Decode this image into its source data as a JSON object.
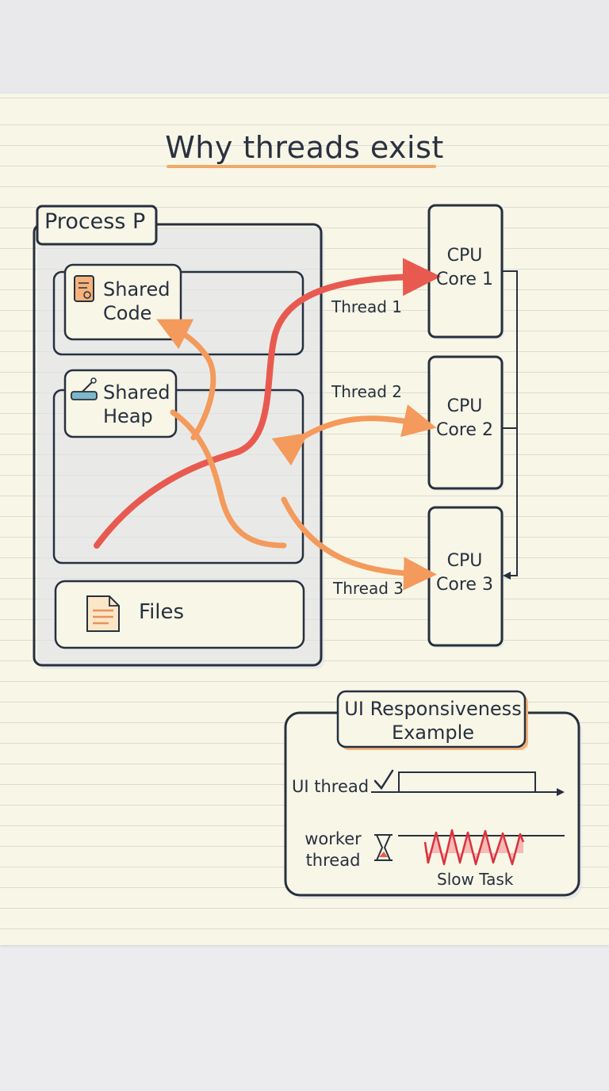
{
  "title": "Why threads exist",
  "process": {
    "title": "Process P",
    "shared_code": "Shared\nCode",
    "shared_heap": "Shared\nHeap",
    "files": "Files"
  },
  "cpus": [
    "CPU\nCore 1",
    "CPU\nCore 2",
    "CPU\nCore 3"
  ],
  "threads": [
    "Thread 1",
    "Thread 2",
    "Thread 3"
  ],
  "ui_example": {
    "title": "UI Responsiveness\nExample",
    "ui_thread": "UI thread",
    "worker_thread": "worker\nthread",
    "slow_task": "Slow Task"
  },
  "icons": [
    "code-file-icon",
    "heap-icon",
    "file-icon",
    "checkmark-icon",
    "hourglass-icon"
  ],
  "colors": {
    "ink": "#27303f",
    "thread_red": "#e85a50",
    "thread_orange": "#f39a5c",
    "highlight": "#f0a96a",
    "paper": "#f8f6e6"
  }
}
